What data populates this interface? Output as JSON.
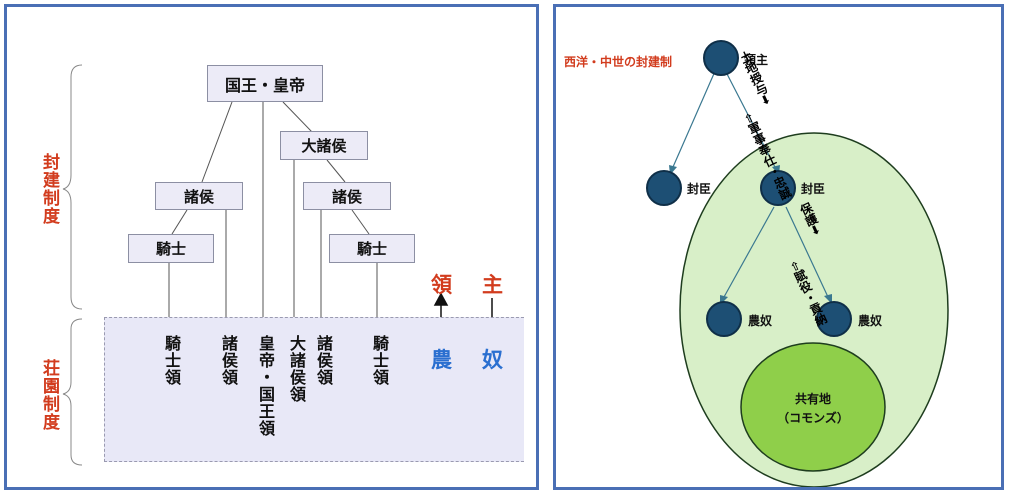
{
  "left": {
    "bracket_top_label": "封建制度",
    "bracket_bottom_label": "荘園制度",
    "boxes": {
      "king": "国王・皇帝",
      "great_lord": "大諸侯",
      "lord_left": "諸侯",
      "lord_right": "諸侯",
      "knight_left": "騎士",
      "knight_right": "騎士"
    },
    "estates": {
      "knight_estate_left": "騎士領",
      "lord_estate_left": "諸侯領",
      "royal_estate": "皇帝・国王領",
      "great_lord_estate": "大諸侯領",
      "lord_estate_right": "諸侯領",
      "knight_estate_right": "騎士領"
    },
    "ryo": "領",
    "shu": "主",
    "no": "農",
    "do": "奴"
  },
  "right": {
    "title": "西洋・中世の封建制",
    "lord": "領主",
    "vassal_left": "封臣",
    "vassal_right": "封臣",
    "serf_left": "農奴",
    "serf_right": "農奴",
    "land_grant": "土地授与➡",
    "military_service": "⇦軍事奉仕・忠誠",
    "protection": "保護➡",
    "labor_tribute": "⇦賦役・貢納",
    "commons_name": "共有地",
    "commons_sub": "（コモンズ）"
  },
  "colors": {
    "panel_border": "#4a6fb5",
    "accent_red": "#d23c1e",
    "accent_blue": "#2a6fd0",
    "node_fill": "#1d4f74",
    "ellipse_fill": "#d8efc8",
    "commons_fill": "#8fcf4a"
  }
}
